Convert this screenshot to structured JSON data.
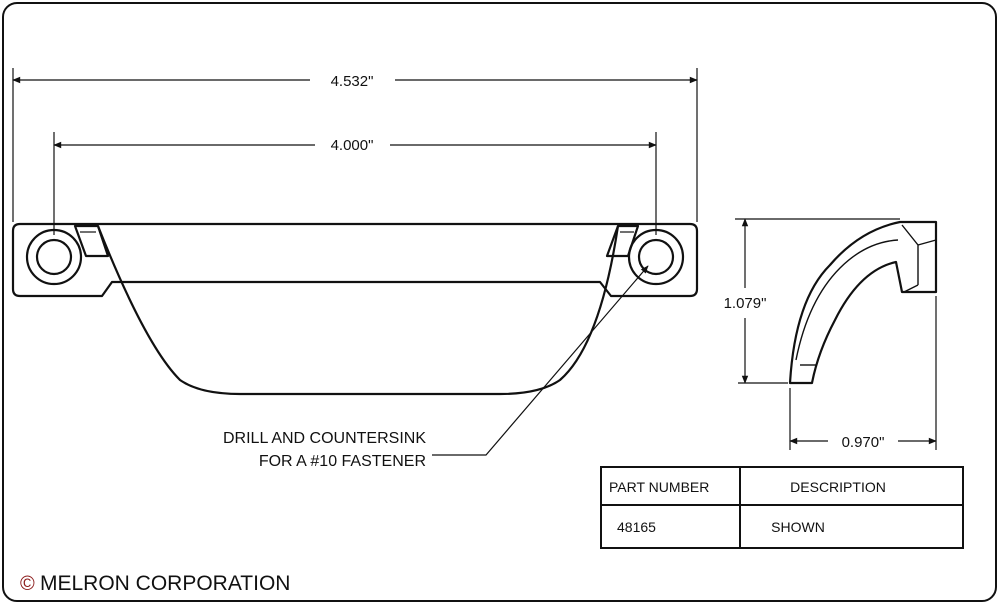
{
  "colors": {
    "line": "#111111",
    "copyright_symbol": "#8b1a1a",
    "background": "#ffffff"
  },
  "dimensions": {
    "overall_length": "4.532\"",
    "hole_spacing": "4.000\"",
    "height": "1.079\"",
    "depth": "0.970\""
  },
  "note": {
    "line1": "DRILL AND COUNTERSINK",
    "line2": "FOR A #10 FASTENER"
  },
  "table": {
    "headers": [
      "PART NUMBER",
      "DESCRIPTION"
    ],
    "rows": [
      [
        "48165",
        "SHOWN"
      ]
    ]
  },
  "footer": {
    "symbol": "©",
    "company": "MELRON CORPORATION"
  }
}
